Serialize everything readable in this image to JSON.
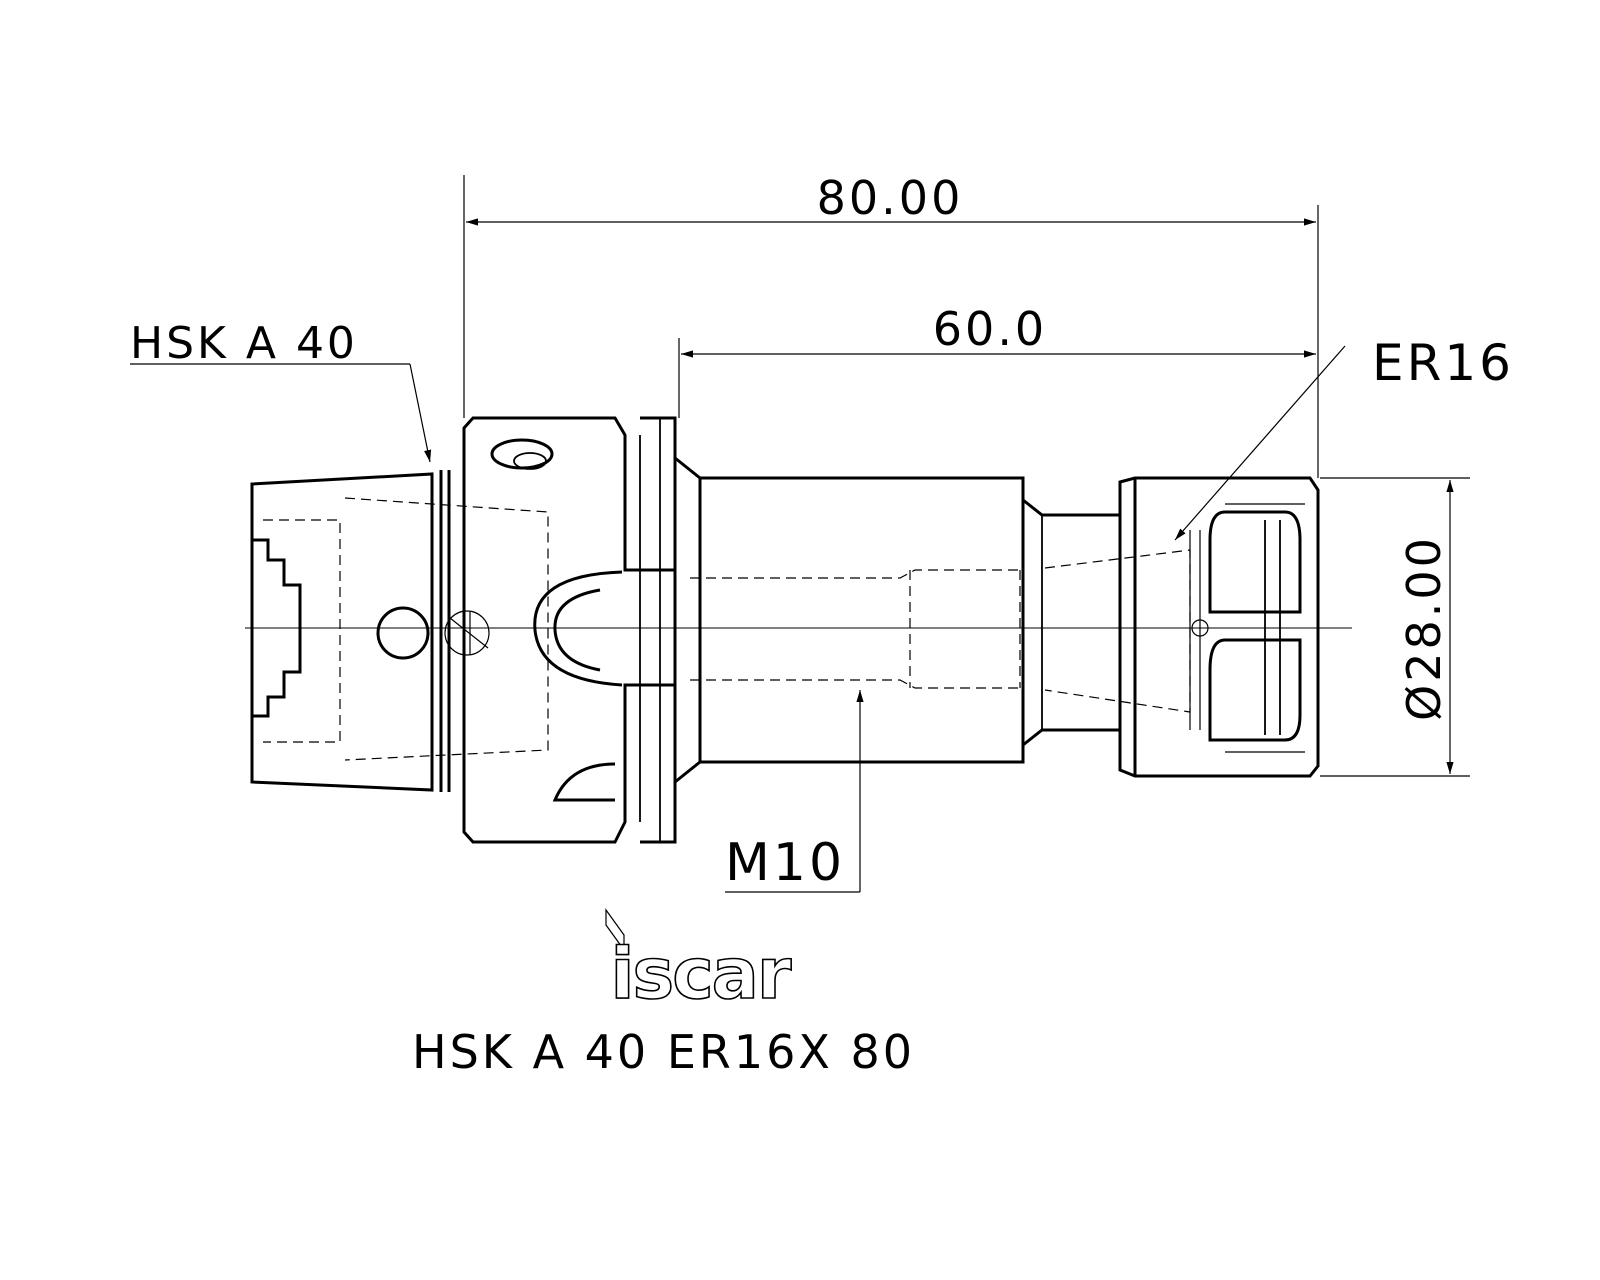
{
  "drawing": {
    "brand": "iscar",
    "part_number": "HSK A 40 ER16X 80",
    "callouts": {
      "shank": "HSK A 40",
      "collet": "ER16",
      "thread": "M10"
    },
    "dimensions": {
      "overall_length": "80.00",
      "gauge_length": "60.0",
      "nut_diameter": "Ø28.00"
    }
  }
}
